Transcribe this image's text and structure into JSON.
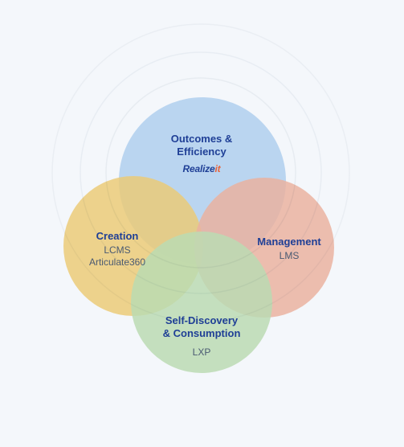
{
  "circles": {
    "outcomes": {
      "title_line1": "Outcomes &",
      "title_line2": "Efficiency",
      "brand_main": "Realize",
      "brand_accent": "it",
      "color": "#bcd8f3"
    },
    "creation": {
      "title": "Creation",
      "items": [
        "LCMS",
        "Articulate360"
      ],
      "color": "#f7d27a"
    },
    "management": {
      "title": "Management",
      "items": [
        "LMS"
      ],
      "color": "#f6b8a3"
    },
    "self_discovery": {
      "title_line1": "Self-Discovery",
      "title_line2": "& Consumption",
      "items": [
        "LXP"
      ],
      "color": "#c4e3b6"
    }
  },
  "colors": {
    "background": "#f4f7fb",
    "title_text": "#1f3f96",
    "sub_text": "#4a5a72",
    "ring": "#e6ebf1"
  }
}
